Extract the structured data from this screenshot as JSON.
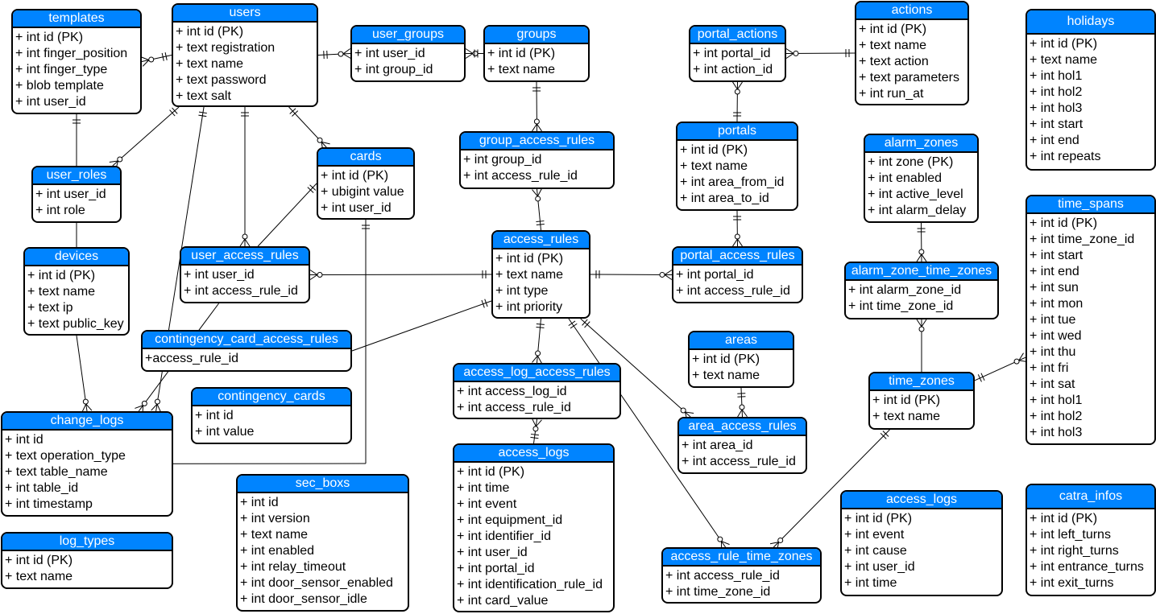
{
  "tables": [
    {
      "key": "templates",
      "name": "templates",
      "fields": [
        "+ int id (PK)",
        "+ int finger_position",
        "+ int finger_type",
        "+ blob template",
        "+ int user_id"
      ]
    },
    {
      "key": "users",
      "name": "users",
      "fields": [
        "+ int id (PK)",
        "+ text registration",
        "+ text name",
        "+ text password",
        "+ text salt"
      ]
    },
    {
      "key": "user_groups",
      "name": "user_groups",
      "fields": [
        "+ int user_id",
        "+ int group_id"
      ]
    },
    {
      "key": "groups",
      "name": "groups",
      "fields": [
        "+ int id (PK)",
        "+ text name"
      ]
    },
    {
      "key": "portal_actions",
      "name": "portal_actions",
      "fields": [
        "+ int portal_id",
        "+ int action_id"
      ]
    },
    {
      "key": "actions",
      "name": "actions",
      "fields": [
        "+ int id (PK)",
        "+ text name",
        "+ text action",
        "+ text parameters",
        "+ int run_at"
      ]
    },
    {
      "key": "holidays",
      "name": "holidays",
      "fields": [
        "+ int id (PK)",
        "+ text name",
        "+ int hol1",
        "+ int hol2",
        "+ int hol3",
        "+ int start",
        "+ int end",
        "+ int repeats"
      ]
    },
    {
      "key": "cards",
      "name": "cards",
      "fields": [
        "+ int id (PK)",
        "+ ubigint value",
        "+ int user_id"
      ]
    },
    {
      "key": "group_access_rules",
      "name": "group_access_rules",
      "fields": [
        "+ int group_id",
        "+ int access_rule_id"
      ]
    },
    {
      "key": "portals",
      "name": "portals",
      "fields": [
        "+ int id (PK)",
        "+ text name",
        "+ int area_from_id",
        "+ int area_to_id"
      ]
    },
    {
      "key": "alarm_zones",
      "name": "alarm_zones",
      "fields": [
        "+ int zone (PK)",
        "+ int enabled",
        "+ int active_level",
        "+ int alarm_delay"
      ]
    },
    {
      "key": "user_roles",
      "name": "user_roles",
      "fields": [
        "+ int user_id",
        "+ int role"
      ]
    },
    {
      "key": "time_spans",
      "name": "time_spans",
      "fields": [
        "+ int id (PK)",
        "+ int time_zone_id",
        "+ int start",
        "+ int end",
        "+ int sun",
        "+ int mon",
        "+ int tue",
        "+ int wed",
        "+ int thu",
        "+ int fri",
        "+ int sat",
        "+ int hol1",
        "+ int hol2",
        "+ int hol3"
      ]
    },
    {
      "key": "devices",
      "name": "devices",
      "fields": [
        "+ int id (PK)",
        "+ text name",
        "+ text ip",
        "+ text public_key"
      ]
    },
    {
      "key": "user_access_rules",
      "name": "user_access_rules",
      "fields": [
        "+ int user_id",
        "+ int access_rule_id"
      ]
    },
    {
      "key": "access_rules",
      "name": "access_rules",
      "fields": [
        "+ int id (PK)",
        "+ text name",
        "+ int type",
        "+ int priority"
      ]
    },
    {
      "key": "portal_access_rules",
      "name": "portal_access_rules",
      "fields": [
        "+ int portal_id",
        "+ int access_rule_id"
      ]
    },
    {
      "key": "alarm_zone_time_zones",
      "name": "alarm_zone_time_zones",
      "fields": [
        "+ int alarm_zone_id",
        "+ int time_zone_id"
      ]
    },
    {
      "key": "contingency_card_access_rules",
      "name": "contingency_card_access_rules",
      "fields": [
        "+access_rule_id"
      ]
    },
    {
      "key": "areas",
      "name": "areas",
      "fields": [
        "+ int id (PK)",
        "+ text name"
      ]
    },
    {
      "key": "access_log_access_rules",
      "name": "access_log_access_rules",
      "fields": [
        "+ int access_log_id",
        "+ int access_rule_id"
      ]
    },
    {
      "key": "time_zones",
      "name": "time_zones",
      "fields": [
        "+ int id (PK)",
        "+ text name"
      ]
    },
    {
      "key": "contingency_cards",
      "name": "contingency_cards",
      "fields": [
        "+ int id",
        "+ int value"
      ]
    },
    {
      "key": "change_logs",
      "name": "change_logs",
      "fields": [
        "+ int id",
        "+ text operation_type",
        "+ text table_name",
        "+ int table_id",
        "+ int timestamp"
      ]
    },
    {
      "key": "area_access_rules",
      "name": "area_access_rules",
      "fields": [
        "+ int area_id",
        "+ int access_rule_id"
      ]
    },
    {
      "key": "access_logs",
      "name": "access_logs",
      "fields": [
        "+ int id (PK)",
        "+ int time",
        "+ int event",
        "+ int equipment_id",
        "+ int identifier_id",
        "+ int user_id",
        "+ int portal_id",
        "+ int identification_rule_id",
        "+ int card_value"
      ]
    },
    {
      "key": "sec_boxs",
      "name": "sec_boxs",
      "fields": [
        "+ int id",
        "+ int version",
        "+ text name",
        "+ int enabled",
        "+ int relay_timeout",
        "+ int door_sensor_enabled",
        "+ int door_sensor_idle"
      ]
    },
    {
      "key": "access_logs_2",
      "name": "access_logs",
      "fields": [
        "+ int id (PK)",
        "+ int event",
        "+ int cause",
        "+ int user_id",
        "+ int time"
      ]
    },
    {
      "key": "catra_infos",
      "name": "catra_infos",
      "fields": [
        "+ int id (PK)",
        "+ int left_turns",
        "+ int right_turns",
        "+ int entrance_turns",
        "+ int exit_turns"
      ]
    },
    {
      "key": "log_types",
      "name": "log_types",
      "fields": [
        "+ int id (PK)",
        "+ text name"
      ]
    },
    {
      "key": "access_rule_time_zones",
      "name": "access_rule_time_zones",
      "fields": [
        "+ int access_rule_id",
        "+ int time_zone_id"
      ]
    }
  ],
  "relationships": [
    {
      "from": "templates",
      "to": "users",
      "from_end": "zero-many",
      "to_end": "one"
    },
    {
      "from": "users",
      "to": "user_groups",
      "from_end": "one",
      "to_end": "zero-many"
    },
    {
      "from": "user_groups",
      "to": "groups",
      "from_end": "zero-many",
      "to_end": "one"
    },
    {
      "from": "portal_actions",
      "to": "actions",
      "from_end": "zero-many",
      "to_end": "one"
    },
    {
      "from": "groups",
      "to": "group_access_rules",
      "from_end": "one",
      "to_end": "zero-many"
    },
    {
      "from": "portal_actions",
      "to": "portals",
      "from_end": "zero-many",
      "to_end": "one"
    },
    {
      "from": "users",
      "to": "cards",
      "from_end": "one",
      "to_end": "zero-many"
    },
    {
      "from": "users",
      "to": "user_roles",
      "from_end": "one",
      "to_end": "zero-many"
    },
    {
      "from": "templates",
      "to": "user_roles",
      "from_end": "one",
      "to_end": "none"
    },
    {
      "from": "users",
      "to": "user_access_rules",
      "from_end": "one",
      "to_end": "zero-many"
    },
    {
      "from": "users",
      "to": "change_logs",
      "from_end": "one",
      "to_end": "zero-many"
    },
    {
      "from": "cards",
      "to": "user_access_rules",
      "from_end": "one",
      "to_end": "none"
    },
    {
      "from": "cards",
      "to": "change_logs",
      "from_end": "one",
      "to_end": "zero-many"
    },
    {
      "from": "group_access_rules",
      "to": "access_rules",
      "from_end": "zero-many",
      "to_end": "one"
    },
    {
      "from": "portals",
      "to": "portal_access_rules",
      "from_end": "one",
      "to_end": "zero-many"
    },
    {
      "from": "alarm_zones",
      "to": "alarm_zone_time_zones",
      "from_end": "one",
      "to_end": "zero-many"
    },
    {
      "from": "user_access_rules",
      "to": "access_rules",
      "from_end": "zero-many",
      "to_end": "one"
    },
    {
      "from": "access_rules",
      "to": "portal_access_rules",
      "from_end": "one",
      "to_end": "zero-many"
    },
    {
      "from": "user_roles",
      "to": "devices",
      "from_end": "none",
      "to_end": "none"
    },
    {
      "from": "devices",
      "to": "change_logs",
      "from_end": "none",
      "to_end": "zero-many"
    },
    {
      "from": "user_access_rules",
      "to": "change_logs",
      "from_end": "none",
      "to_end": "zero-many"
    },
    {
      "from": "contingency_card_access_rules",
      "to": "access_rules",
      "from_end": "none",
      "to_end": "one"
    },
    {
      "from": "access_rules",
      "to": "access_log_access_rules",
      "from_end": "one",
      "to_end": "zero-many"
    },
    {
      "from": "access_log_access_rules",
      "to": "access_logs",
      "from_end": "zero-many",
      "to_end": "one"
    },
    {
      "from": "access_rules",
      "to": "area_access_rules",
      "from_end": "one",
      "to_end": "zero-many"
    },
    {
      "from": "areas",
      "to": "area_access_rules",
      "from_end": "one",
      "to_end": "zero-many"
    },
    {
      "from": "access_rules",
      "to": "access_rule_time_zones",
      "from_end": "one",
      "to_end": "zero-many"
    },
    {
      "from": "alarm_zone_time_zones",
      "to": "time_zones",
      "from_end": "zero-many",
      "to_end": "none"
    },
    {
      "from": "time_zones",
      "to": "time_spans",
      "from_end": "one",
      "to_end": "zero-many"
    },
    {
      "from": "time_zones",
      "to": "access_rule_time_zones",
      "from_end": "one",
      "to_end": "zero-many"
    }
  ]
}
